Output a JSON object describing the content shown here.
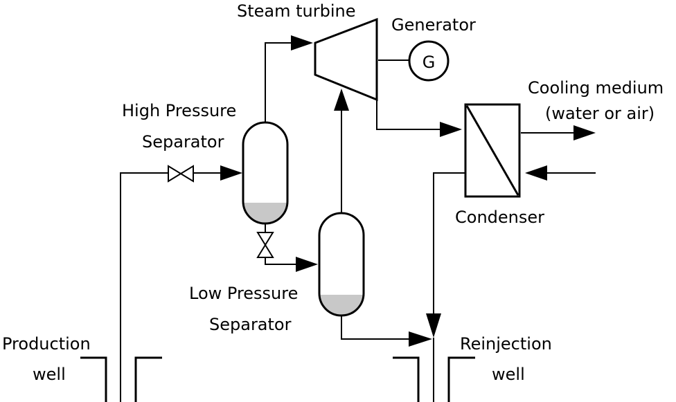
{
  "labels": {
    "steam_turbine": "Steam turbine",
    "generator": "Generator",
    "generator_symbol": "G",
    "cooling_medium_1": "Cooling medium",
    "cooling_medium_2": "(water or air)",
    "hp_separator_1": "High Pressure",
    "hp_separator_2": "Separator",
    "condenser": "Condenser",
    "lp_separator_1": "Low Pressure",
    "lp_separator_2": "Separator",
    "production_well_1": "Production",
    "production_well_2": "well",
    "reinjection_well_1": "Reinjection",
    "reinjection_well_2": "well"
  },
  "colors": {
    "line": "#000000",
    "liquid": "#c8c8c8",
    "background": "#ffffff"
  }
}
